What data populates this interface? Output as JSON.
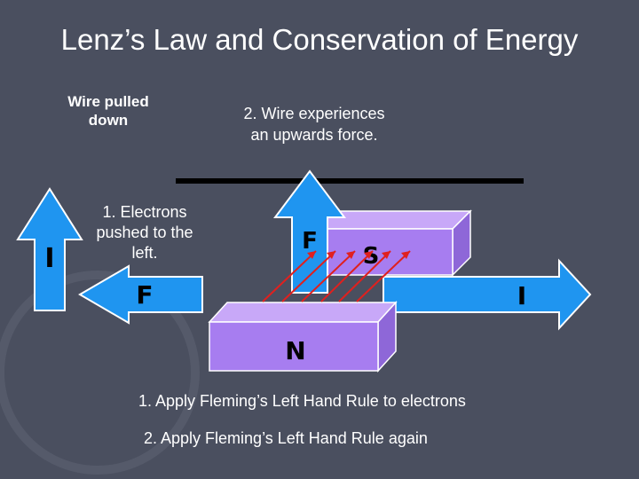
{
  "title": "Lenz’s Law and Conservation of Energy",
  "labels": {
    "wire_pulled": "Wire pulled down",
    "wire_force": "2. Wire experiences an upwards force.",
    "electrons_pushed": "1. Electrons pushed to the left."
  },
  "symbols": {
    "current_left": "I",
    "current_right": "I",
    "force_left": "F",
    "force_up": "F",
    "south_pole": "S",
    "north_pole": "N"
  },
  "steps": [
    "1. Apply Fleming’s Left Hand Rule to electrons",
    "2. Apply Fleming’s Left Hand Rule again"
  ],
  "colors": {
    "background": "#4a4f5f",
    "arrow_fill": "#1f95f0",
    "magnet": "#a77df0",
    "field_lines": "#e0201e",
    "wire": "#000000",
    "text": "#ffffff"
  }
}
